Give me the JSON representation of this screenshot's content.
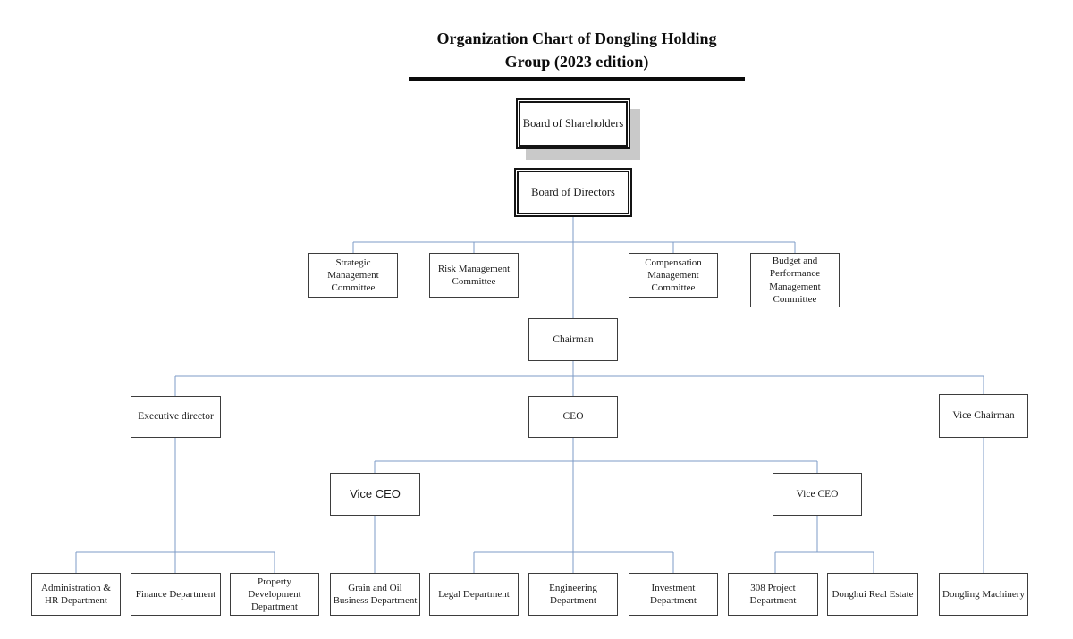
{
  "title": {
    "line1": "Organization Chart of Dongling Holding",
    "line2": "Group (2023 edition)"
  },
  "colors": {
    "connector": "#7c9bc7",
    "box_border": "#3d3d3d",
    "double_border": "#141414",
    "shadow": "#c9c9c9",
    "text": "#1c1c1c",
    "title_underline": "#0a0a0a"
  },
  "nodes": {
    "board_of_shareholders": {
      "label": "Board of Shareholders"
    },
    "board_of_directors": {
      "label": "Board of Directors"
    },
    "strategic_committee": {
      "label": "Strategic Management Committee"
    },
    "risk_committee": {
      "label": "Risk Management Committee"
    },
    "compensation_committee": {
      "label": "Compensation Management Committee"
    },
    "budget_committee": {
      "label": "Budget and Performance Management Committee"
    },
    "chairman": {
      "label": "Chairman"
    },
    "executive_director": {
      "label": "Executive director"
    },
    "ceo": {
      "label": "CEO"
    },
    "vice_chairman": {
      "label": "Vice Chairman"
    },
    "vice_ceo_left": {
      "label": "Vice CEO"
    },
    "vice_ceo_right": {
      "label": "Vice CEO"
    },
    "admin_hr": {
      "label": "Administration & HR Department"
    },
    "finance": {
      "label": "Finance Department"
    },
    "property_development": {
      "label": "Property Development Department"
    },
    "grain_oil": {
      "label": "Grain and Oil Business Department"
    },
    "legal": {
      "label": "Legal Department"
    },
    "engineering": {
      "label": "Engineering Department"
    },
    "investment": {
      "label": "Investment Department"
    },
    "project_308": {
      "label": "308 Project Department"
    },
    "donghui_real_estate": {
      "label": "Donghui Real Estate"
    },
    "dongling_machinery": {
      "label": "Dongling Machinery"
    }
  },
  "edges": [
    [
      "board_of_directors",
      "strategic_committee"
    ],
    [
      "board_of_directors",
      "risk_committee"
    ],
    [
      "board_of_directors",
      "compensation_committee"
    ],
    [
      "board_of_directors",
      "budget_committee"
    ],
    [
      "board_of_directors",
      "chairman"
    ],
    [
      "chairman",
      "executive_director"
    ],
    [
      "chairman",
      "ceo"
    ],
    [
      "chairman",
      "vice_chairman"
    ],
    [
      "ceo",
      "vice_ceo_left"
    ],
    [
      "ceo",
      "vice_ceo_right"
    ],
    [
      "ceo",
      "legal"
    ],
    [
      "ceo",
      "engineering"
    ],
    [
      "ceo",
      "investment"
    ],
    [
      "executive_director",
      "admin_hr"
    ],
    [
      "executive_director",
      "finance"
    ],
    [
      "executive_director",
      "property_development"
    ],
    [
      "vice_ceo_left",
      "grain_oil"
    ],
    [
      "vice_ceo_right",
      "project_308"
    ],
    [
      "vice_ceo_right",
      "donghui_real_estate"
    ],
    [
      "vice_chairman",
      "dongling_machinery"
    ]
  ]
}
